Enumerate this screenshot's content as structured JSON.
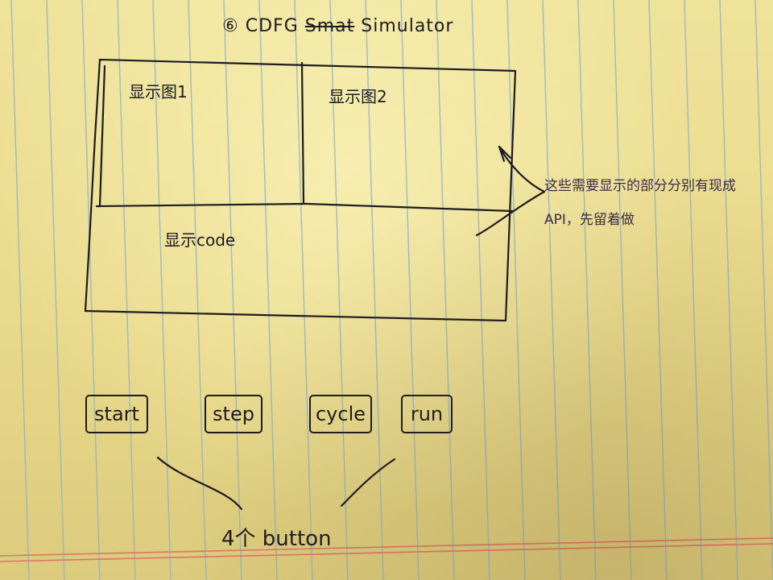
{
  "title": {
    "number": "⑥",
    "prefix": "CDFG",
    "struck": "Smat",
    "suffix": "Simulator"
  },
  "panels": {
    "panel1_label": "显示图1",
    "panel2_label": "显示图2",
    "code_label": "显示code"
  },
  "note": "这些需要显示的部分分别有现成API，先留着做",
  "buttons": {
    "start": "start",
    "step": "step",
    "cycle": "cycle",
    "run": "run"
  },
  "caption": "4个 button",
  "colors": {
    "paper": "#e8d98a",
    "rule": "#8fb3c4",
    "margin": "#e36a6a",
    "ink": "#1d1b22",
    "note_ink": "#3b2a4a"
  }
}
